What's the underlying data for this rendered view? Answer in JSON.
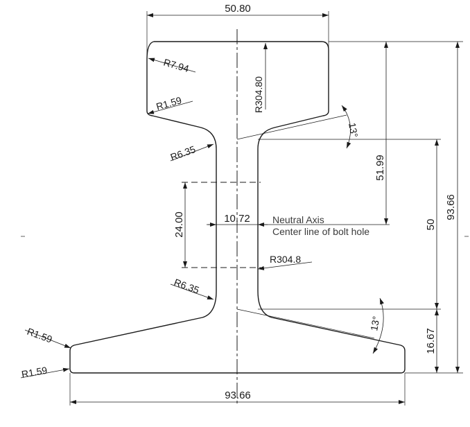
{
  "dimensions": {
    "head_width": "50.80",
    "total_height": "93.66",
    "base_width": "93.66",
    "head_to_neutral": "51.99",
    "web_height": "50",
    "base_height": "16.67",
    "bolt_spacing": "24.00",
    "web_thickness": "10.72"
  },
  "radii": {
    "head_corner": "R7.94",
    "head_bottom": "R1.59",
    "head_crown": "R304.80",
    "web_top": "R6.35",
    "web_bottom": "R6.35",
    "web_side": "R304.8",
    "base_top_edge": "R1.59",
    "base_bottom_edge": "R1.59"
  },
  "angles": {
    "head_slope": "13°",
    "base_slope": "13°"
  },
  "notes": {
    "neutral_axis": "Neutral Axis",
    "bolt_center": "Center line of bolt hole"
  }
}
